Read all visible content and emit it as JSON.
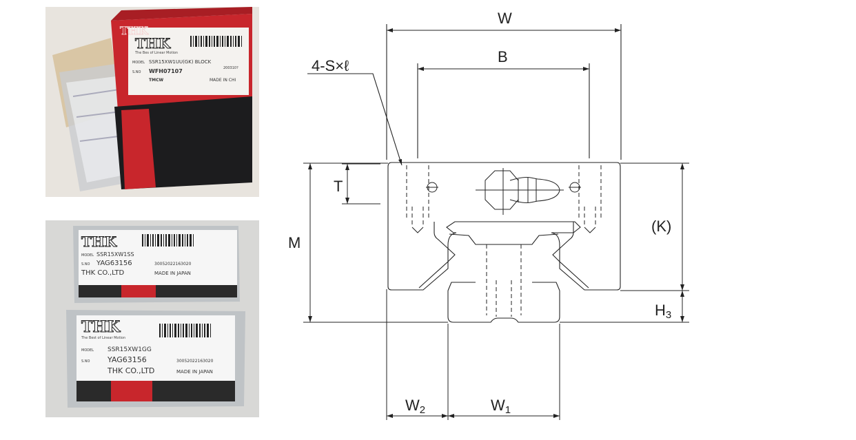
{
  "photo_top": {
    "box_brand": "THK",
    "box_tagline": "The Bes of Linear Motion",
    "model_label": "MODEL",
    "model_value": "SSR15XW1UU(GK) BLOCK",
    "sno_label": "S.NO",
    "sno_value": "WFH07107",
    "lot_value": "TMCW",
    "code_value": "200310?",
    "made_in": "MADE IN CHI"
  },
  "photo_bottom": {
    "pack1": {
      "brand": "THK",
      "model_label": "MODEL",
      "model_value": "SSR15XW1SS",
      "sno_label": "S.NO",
      "sno_value": "YAG63156",
      "maker": "THK CO.,LTD",
      "code": "30052022163020",
      "made_in": "MADE IN JAPAN"
    },
    "pack2": {
      "brand": "THK",
      "tagline": "The Best of Linear Motion",
      "model_label": "MODEL",
      "model_value": "SSR15XW1GG",
      "sno_label": "S.NO",
      "sno_value": "YAG63156",
      "maker": "THK CO.,LTD",
      "code": "30052022163020",
      "made_in": "MADE IN JAPAN"
    }
  },
  "drawing": {
    "W": "W",
    "B": "B",
    "screw_note": "4-S×ℓ",
    "T": "T",
    "M": "M",
    "K": "(K)",
    "H3_main": "H",
    "H3_sub": "3",
    "W2_main": "W",
    "W2_sub": "2",
    "W1_main": "W",
    "W1_sub": "1"
  }
}
